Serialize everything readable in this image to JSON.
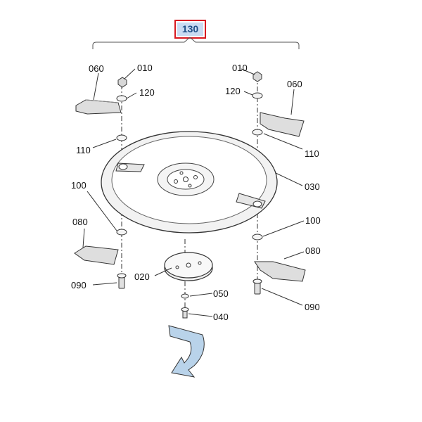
{
  "diagram": {
    "parts": {
      "assembly": "130",
      "nut": "010",
      "blade": "060",
      "washer_top": "120",
      "washer": "110",
      "disc": "030",
      "spacer": "100",
      "lower_blade": "080",
      "bolt": "090",
      "hub": "020",
      "center_washer": "050",
      "center_bolt": "040"
    }
  }
}
